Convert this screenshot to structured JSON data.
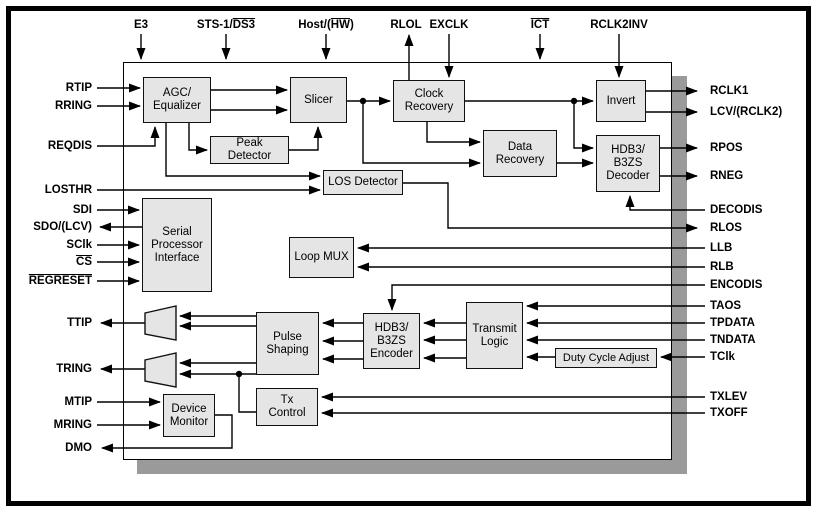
{
  "pins": {
    "top": {
      "e3": "E3",
      "sts_pre": "STS-1/",
      "sts_ov": "DS3",
      "host_pre": "Host/(",
      "host_ov": "HW",
      "host_suf": ")",
      "rlol": "RLOL",
      "exclk": "EXCLK",
      "ict_ov": "ICT",
      "rclk2inv": "RCLK2INV"
    },
    "left": {
      "rtip": "RTIP",
      "rring": "RRING",
      "reqdis": "REQDIS",
      "losthr": "LOSTHR",
      "sdi": "SDI",
      "sdo": "SDO/(LCV)",
      "sclk": "SClk",
      "cs_ov": "CS",
      "regreset_ov": "REGRESET",
      "ttip": "TTIP",
      "tring": "TRING",
      "mtip": "MTIP",
      "mring": "MRING",
      "dmo": "DMO"
    },
    "right": {
      "rclk1": "RCLK1",
      "lcv": "LCV/(RCLK2)",
      "rpos": "RPOS",
      "rneg": "RNEG",
      "decodis": "DECODIS",
      "rlos": "RLOS",
      "llb": "LLB",
      "rlb": "RLB",
      "encodis": "ENCODIS",
      "taos": "TAOS",
      "tpdata": "TPDATA",
      "tndata": "TNDATA",
      "tclk": "TClk",
      "txlev": "TXLEV",
      "txoff": "TXOFF"
    }
  },
  "blocks": {
    "agc": {
      "label": "AGC/\nEqualizer"
    },
    "slicer": {
      "label": "Slicer"
    },
    "peak": {
      "label": "Peak\nDetector"
    },
    "clock": {
      "label": "Clock\nRecovery"
    },
    "data_rec": {
      "label": "Data\nRecovery"
    },
    "invert": {
      "label": "Invert"
    },
    "decoder": {
      "label": "HDB3/\nB3ZS\nDecoder"
    },
    "los": {
      "label": "LOS Detector"
    },
    "spi": {
      "label": "Serial\nProcessor\nInterface"
    },
    "loopmux": {
      "label": "Loop MUX"
    },
    "pulse": {
      "label": "Pulse\nShaping"
    },
    "encoder": {
      "label": "HDB3/\nB3ZS\nEncoder"
    },
    "translogic": {
      "label": "Transmit\nLogic"
    },
    "dca": {
      "label": "Duty Cycle Adjust"
    },
    "txctl": {
      "label": "Tx\nControl"
    },
    "devmon": {
      "label": "Device\nMonitor"
    }
  },
  "colors": {
    "block_fill": "#e5e5e5",
    "shadow": "#9a9a9a",
    "line": "#000000",
    "background": "#ffffff"
  }
}
